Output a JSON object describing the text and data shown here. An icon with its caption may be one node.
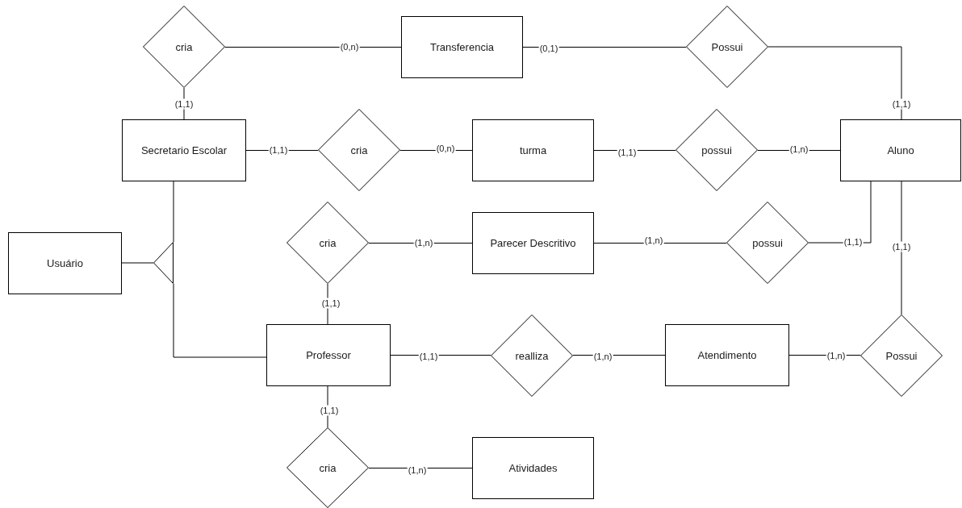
{
  "diagram": {
    "nodes": [
      {
        "text": [
          "Transferencia"
        ]
      },
      {
        "text": [
          "Secretario Escolar"
        ]
      },
      {
        "text": [
          "turma"
        ]
      },
      {
        "text": [
          "Aluno"
        ]
      },
      {
        "text": [
          "Usuário"
        ]
      },
      {
        "text": [
          "Parecer Descritivo"
        ]
      },
      {
        "text": [
          "Professor"
        ]
      },
      {
        "text": [
          "Atendimento"
        ]
      },
      {
        "text": [
          "Atividades"
        ]
      },
      {
        "text": [
          "cria"
        ]
      },
      {
        "text": [
          "Possui"
        ]
      },
      {
        "text": [
          "cria"
        ]
      },
      {
        "text": [
          "possui"
        ]
      },
      {
        "text": [
          "cria"
        ]
      },
      {
        "text": [
          "possui"
        ]
      },
      {
        "text": [
          "realliza"
        ]
      },
      {
        "text": [
          "Possui"
        ]
      },
      {
        "text": [
          "cria"
        ]
      },
      {
        "text": [],
        "shape": "triangle"
      }
    ],
    "edges": [
      {
        "from": 9,
        "to": 0,
        "arrow": "none",
        "label": "(0,n)"
      },
      {
        "from": 9,
        "to": 1,
        "arrow": "none",
        "label": "(1,1)"
      },
      {
        "from": 0,
        "to": 10,
        "arrow": "none",
        "label": "(0,1)"
      },
      {
        "from": 10,
        "to": 3,
        "arrow": "none",
        "label": "(1,1)"
      },
      {
        "from": 1,
        "to": 11,
        "arrow": "none",
        "label": "(1,1)"
      },
      {
        "from": 11,
        "to": 2,
        "arrow": "none",
        "label": "(0,n)"
      },
      {
        "from": 2,
        "to": 12,
        "arrow": "none",
        "label": "(1,1)"
      },
      {
        "from": 12,
        "to": 3,
        "arrow": "none",
        "label": "(1,n)"
      },
      {
        "from": 13,
        "to": 5,
        "arrow": "none",
        "label": "(1,n)"
      },
      {
        "from": 5,
        "to": 14,
        "arrow": "none",
        "label": "(1,n)"
      },
      {
        "from": 14,
        "to": 3,
        "arrow": "none",
        "label": "(1,1)"
      },
      {
        "from": 3,
        "to": 16,
        "arrow": "none",
        "label": "(1,1)"
      },
      {
        "from": 13,
        "to": 6,
        "arrow": "none",
        "label": "(1,1)"
      },
      {
        "from": 6,
        "to": 15,
        "arrow": "none",
        "label": "(1,1)"
      },
      {
        "from": 15,
        "to": 7,
        "arrow": "none",
        "label": "(1,n)"
      },
      {
        "from": 7,
        "to": 16,
        "arrow": "none",
        "label": "(1,n)"
      },
      {
        "from": 6,
        "to": 17,
        "arrow": "none",
        "label": "(1,1)"
      },
      {
        "from": 17,
        "to": 8,
        "arrow": "none",
        "label": "(1,n)"
      },
      {
        "from": 4,
        "to": 18,
        "arrow": "none"
      },
      {
        "from": 1,
        "to": 18,
        "arrow": "none"
      },
      {
        "from": 6,
        "to": 18,
        "arrow": "none"
      }
    ]
  }
}
